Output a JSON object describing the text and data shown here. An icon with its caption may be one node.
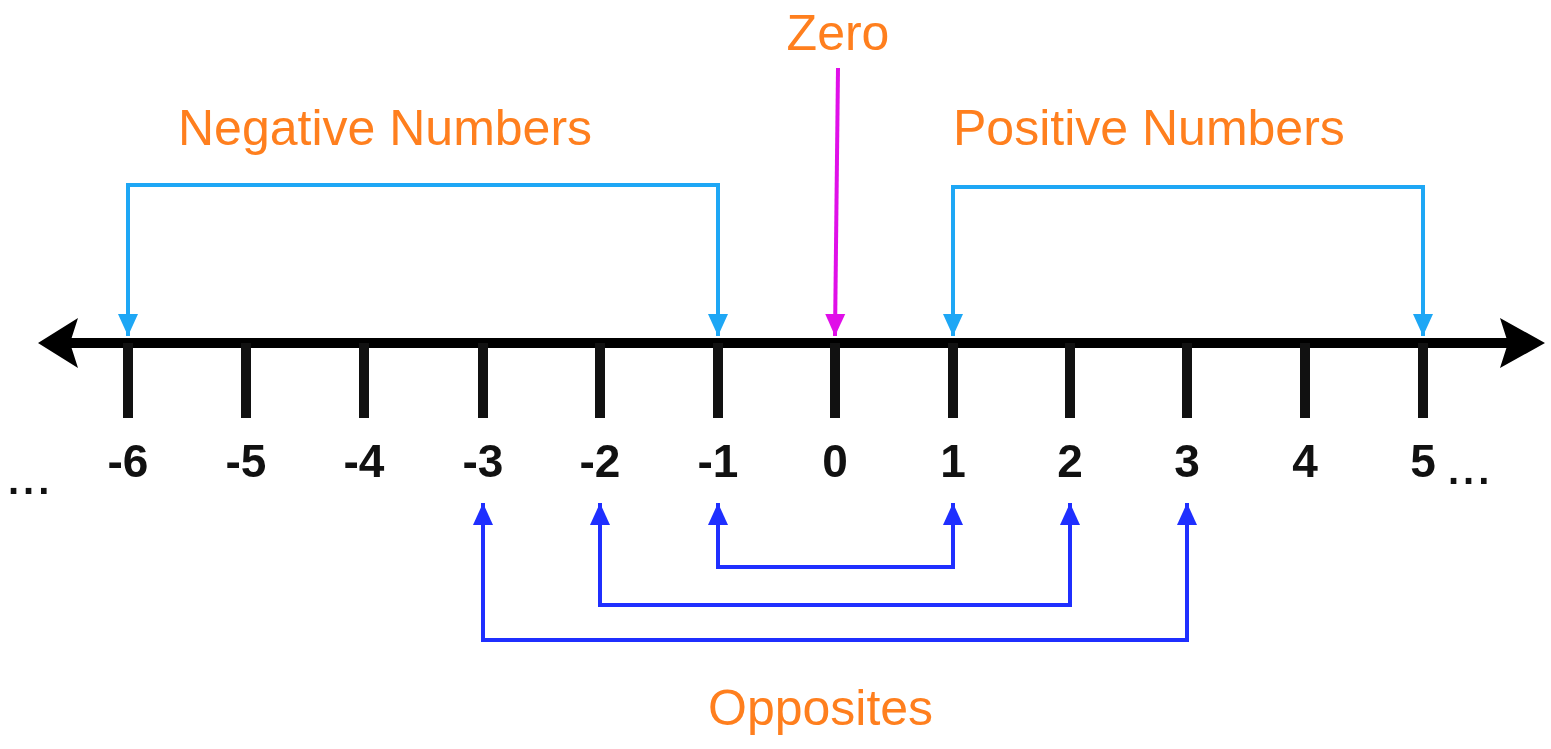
{
  "diagram": {
    "nodes": [
      {
        "text": [
          "Zero"
        ]
      },
      {
        "text": [
          "-6"
        ]
      },
      {
        "text": [
          "-5"
        ]
      },
      {
        "text": [
          "-4"
        ]
      },
      {
        "text": [
          "-3"
        ]
      },
      {
        "text": [
          "-2"
        ]
      },
      {
        "text": [
          "-1"
        ]
      },
      {
        "text": [
          "0"
        ]
      },
      {
        "text": [
          "1"
        ]
      },
      {
        "text": [
          "2"
        ]
      },
      {
        "text": [
          "3"
        ]
      },
      {
        "text": [
          "4"
        ]
      },
      {
        "text": [
          "5"
        ]
      }
    ],
    "edges": [
      {
        "from": 1,
        "to": 6,
        "arrow": "both",
        "color": "#1ea7f5"
      },
      {
        "from": 0,
        "to": 7,
        "arrow": "to",
        "color": "#e00fe8"
      },
      {
        "from": 8,
        "to": 12,
        "arrow": "both",
        "color": "#1ea7f5"
      },
      {
        "from": 6,
        "to": 8,
        "arrow": "both",
        "color": "#1f2fff"
      },
      {
        "from": 5,
        "to": 9,
        "arrow": "both",
        "color": "#1f2fff"
      },
      {
        "from": 4,
        "to": 10,
        "arrow": "both",
        "color": "#1f2fff"
      }
    ],
    "labels": [
      "Negative Numbers",
      "Positive Numbers",
      "...",
      "...",
      "Opposites"
    ]
  }
}
